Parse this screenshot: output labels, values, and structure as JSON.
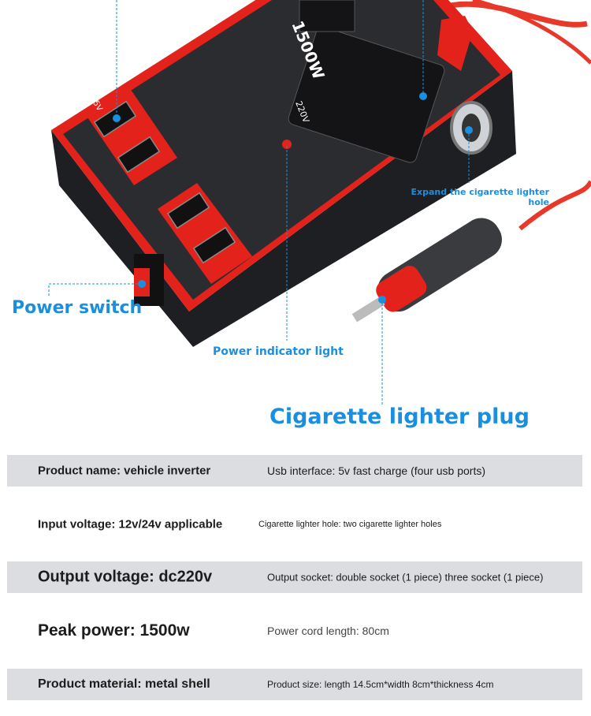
{
  "device": {
    "power_print": "1500W",
    "voltage_print": "220V",
    "usb_print": "5V"
  },
  "callouts": {
    "power_switch": "Power switch",
    "power_indicator": "Power indicator light",
    "lighter_hole_line1": "Expand the cigarette lighter",
    "lighter_hole_line2": "hole",
    "lighter_plug": "Cigarette lighter plug"
  },
  "specs": [
    {
      "left": "Product name: vehicle inverter",
      "right": "Usb interface: 5v fast charge (four usb ports)"
    },
    {
      "left": "Input voltage: 12v/24v applicable",
      "right": "Cigarette lighter hole: two cigarette lighter holes"
    },
    {
      "left": "Output voltage: dc220v",
      "right": "Output socket: double socket (1 piece) three socket (1 piece)"
    },
    {
      "left": "Peak power: 1500w",
      "right": "Power cord length: 80cm"
    },
    {
      "left": "Product material: metal shell",
      "right": "Product size: length 14.5cm*width 8cm*thickness 4cm"
    }
  ],
  "colors": {
    "accent": "#1a8fe0",
    "red": "#e3231b",
    "row_gray": "#dcdde1"
  }
}
